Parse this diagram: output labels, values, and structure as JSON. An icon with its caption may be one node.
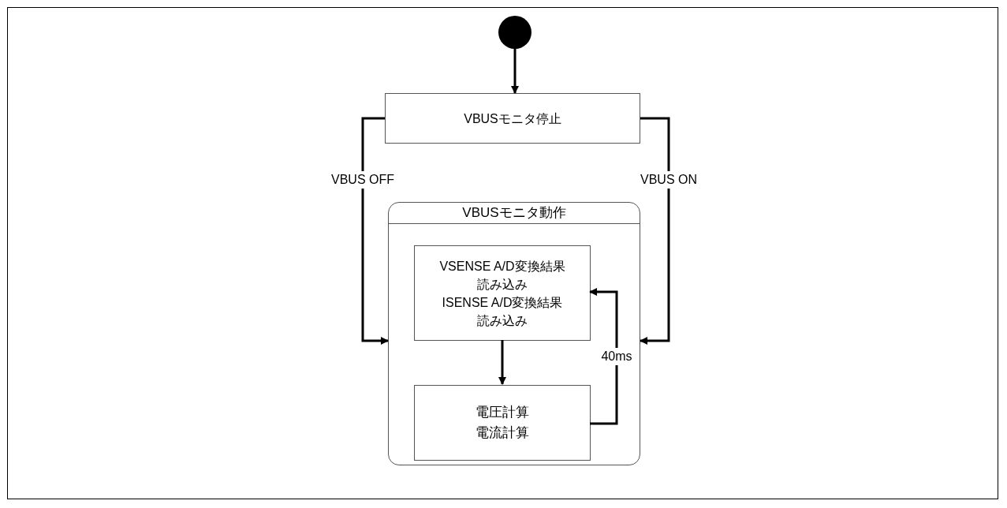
{
  "diagram": {
    "nodes": [
      {
        "text": [],
        "shape": "circle"
      },
      {
        "text": [
          "VBUSモニタ停止"
        ]
      },
      {
        "text": [
          "VBUSモニタ動作"
        ]
      },
      {
        "text": [
          "VSENSE A/D変換結果読み込み",
          "ISENSE A/D変換結果読み込み"
        ],
        "in": 2
      },
      {
        "text": [
          "電圧計算",
          "電流計算"
        ],
        "in": 2
      }
    ],
    "edges": [
      {
        "from": 0,
        "to": 1,
        "arrow": "to"
      },
      {
        "from": 1,
        "to": 2,
        "arrow": "to",
        "label": "VBUS OFF"
      },
      {
        "from": 1,
        "to": 2,
        "arrow": "to",
        "label": "VBUS ON"
      },
      {
        "from": 3,
        "to": 4,
        "arrow": "to"
      },
      {
        "from": 4,
        "to": 3,
        "arrow": "to",
        "label": "40ms"
      }
    ]
  }
}
